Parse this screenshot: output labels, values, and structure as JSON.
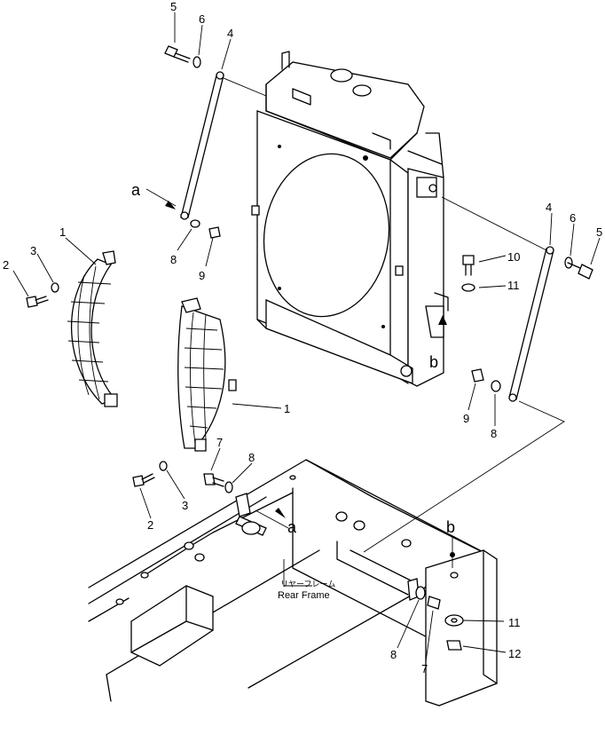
{
  "callouts": {
    "c1a": "1",
    "c1b": "1",
    "c2a": "2",
    "c2b": "2",
    "c3a": "3",
    "c3b": "3",
    "c4a": "4",
    "c4b": "4",
    "c5a": "5",
    "c5b": "5",
    "c6a": "6",
    "c6b": "6",
    "c7a": "7",
    "c7b": "7",
    "c8a": "8",
    "c8b": "8",
    "c8c": "8",
    "c8d": "8",
    "c9a": "9",
    "c9b": "9",
    "c10": "10",
    "c11a": "11",
    "c11b": "11",
    "c12": "12"
  },
  "refs": {
    "a_top": "a",
    "a_frame": "a",
    "b_radiator": "b",
    "b_frame": "b"
  },
  "frame_label": {
    "japanese": "リヤーフレーム",
    "english": "Rear Frame"
  }
}
